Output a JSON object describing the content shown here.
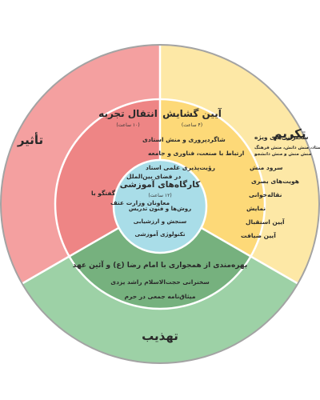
{
  "colors": {
    "outer_ring": "#a3a3a3",
    "red_outer": "#f4a0a0",
    "red_inner": "#ee8585",
    "yellow_outer": "#fde8a6",
    "yellow_inner": "#fdd978",
    "green_outer": "#9dd1a6",
    "green_inner": "#76b17e",
    "center": "#a9dde8",
    "divider": "#ffffff"
  },
  "outer_labels": {
    "left": "تأثیر",
    "right": "تکریم",
    "bottom": "تهذیب"
  },
  "sections": {
    "red": {
      "title": "انتقال تجربه",
      "subtitle": "(۱۰ ساعت)",
      "items": [
        "شاگردپروری و منش استادی",
        "ارتباط با صنعت، فناوری و جامعه",
        "رؤیت‌پذیری علمی استاد",
        "در فضای بین‌الملل",
        "گفتگو با",
        "معاونان وزارت عتف"
      ]
    },
    "yellow": {
      "title": "آیین گشایش",
      "subtitle": "(۴ ساعت)",
      "items": [
        "سخنرانی‌های ویژه",
        "استاد ایران، منش استاد، منش دانش، منش فرهنگ",
        "منش منش و منش دانشجو"
      ],
      "items2": [
        "سرود منش",
        "هویت‌های بصری",
        "نقاله‌خوانی",
        "نمایش",
        "آیین استقبال",
        "آیین ضیافت"
      ]
    },
    "green": {
      "title": "بهره‌مندی از همجواری با امام رضا (ع) و آئین عهد",
      "items": [
        "سخنرانی حجت‌الاسلام راشد یزدی",
        "میثاق‌نامه جمعی در حرم"
      ]
    }
  },
  "center": {
    "title": "کارگاه‌های آموزشی",
    "subtitle": "(۱۲ ساعت)",
    "items": [
      "روش‌ها و فنون تدریس",
      "سنجش و ارزشیابی",
      "تکنولوژی آموزشی"
    ]
  }
}
